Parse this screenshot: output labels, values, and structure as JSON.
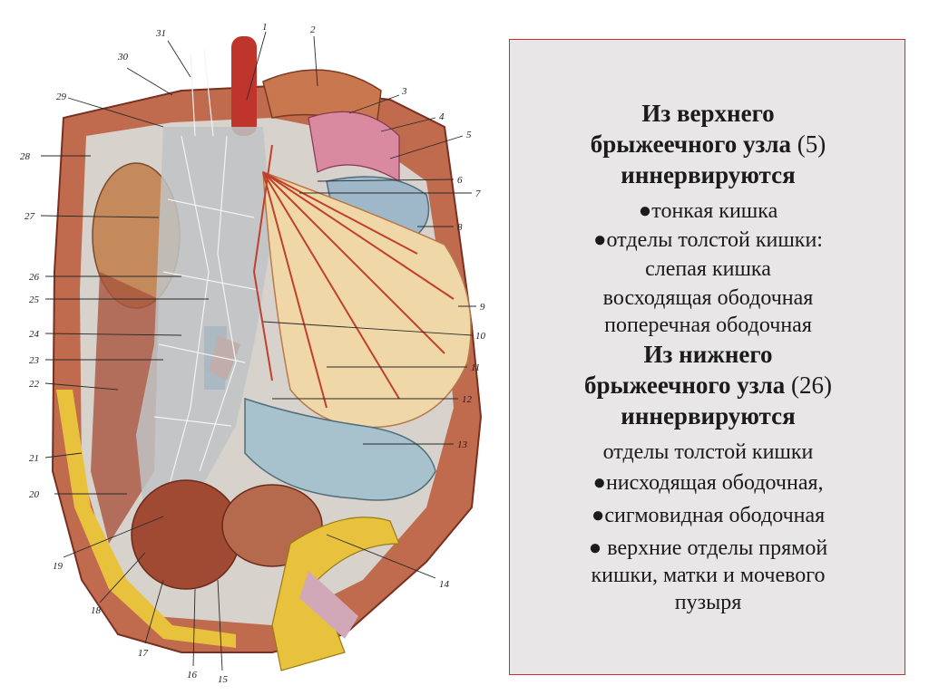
{
  "figure": {
    "labels": [
      "1",
      "2",
      "3",
      "4",
      "5",
      "6",
      "7",
      "8",
      "9",
      "10",
      "11",
      "12",
      "13",
      "14",
      "15",
      "16",
      "17",
      "18",
      "19",
      "20",
      "21",
      "22",
      "23",
      "24",
      "25",
      "26",
      "27",
      "28",
      "29",
      "30",
      "31"
    ]
  },
  "panel": {
    "heading1_a": "Из верхнего",
    "heading1_b": "брыжеечного узла",
    "heading1_num": "(5)",
    "heading1_c": "иннервируются",
    "item1": "●тонкая кишка",
    "item2": "●отделы толстой кишки:",
    "item3": "слепая кишка",
    "item4": "восходящая ободочная",
    "item5": "поперечная ободочная",
    "heading2_a": "Из нижнего",
    "heading2_b": "брыжеечного узла",
    "heading2_num": "(26)",
    "heading2_c": "иннервируются",
    "item6": "отделы толстой кишки",
    "item7": "●нисходящая ободочная,",
    "item8": "●сигмовидная ободочная",
    "item9": "● верхние отделы прямой",
    "item10": "кишки, матки и мочевого",
    "item11": "пузыря"
  },
  "colors": {
    "panel_border": "#d3292f",
    "panel_bg": "#e8e6e6"
  }
}
